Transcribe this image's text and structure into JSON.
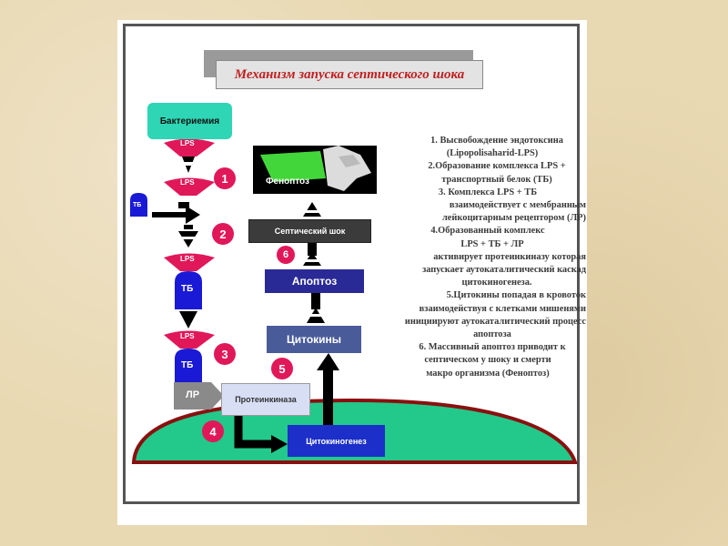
{
  "title": "Механизм запуска септического шока",
  "boxes": {
    "bacteremia": "Бактериемия",
    "phenoptosis": "Феноптоз",
    "septic_shock": "Септический шок",
    "apoptosis": "Апоптоз",
    "cytokines": "Цитокины",
    "proteinkinase": "Протеинкиназа",
    "cytokinogenesis": "Цитокиногенез"
  },
  "labels": {
    "lps_1": "LPS",
    "lps_2": "LPS",
    "lps_3": "LPS",
    "lps_4": "LPS",
    "tb_small": "ТБ",
    "tb_1": "ТБ",
    "tb_2": "ТБ",
    "lr": "ЛР"
  },
  "step_numbers": [
    "1",
    "2",
    "3",
    "4",
    "5",
    "6"
  ],
  "steps": [
    "1. Высвобождение эндотоксина",
    "(Lipopolisaharid-LPS)",
    "2.Образование комплекса LPS +",
    "транспортный белок (ТБ)",
    "3. Комплекса  LPS + ТБ",
    "взаимодействует  с мембранным",
    "лейкоцитарным рецептором (ЛР)",
    "4.Образованный комплекс",
    "LPS + ТБ + ЛР",
    "активирует протеинкиназу которая",
    "запускает аутокаталитический каскад",
    "цитокиногенеза.",
    "5.Цитокины попадая в кровоток",
    "взаимодействуя с клетками мишенями",
    "инициируют аутокаталитический процесс",
    "апоптоза",
    "6. Массивный апоптоз приводит к",
    "септическом  у шоку и смерти",
    "макро организма (Феноптоз)"
  ],
  "colors": {
    "title_text": "#c02020",
    "bacteremia": "#2ed6b5",
    "lps_fan": "#e0185a",
    "tb_blue": "#1a1ad6",
    "cell_fill": "#22c98a",
    "cell_border": "#8a1010",
    "number_circle": "#e0185a"
  }
}
